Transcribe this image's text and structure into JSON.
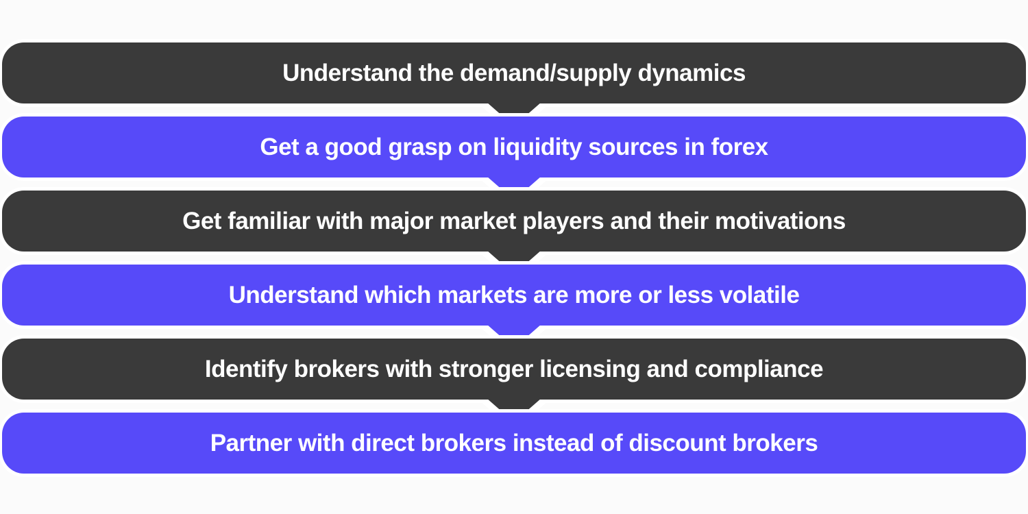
{
  "diagram": {
    "type": "vertical-step-flow",
    "colors": {
      "dark": "#3a3a3a",
      "purple": "#574af9",
      "text": "#ffffff",
      "outline": "#ffffff",
      "background": "#fbfbfb"
    },
    "steps": [
      {
        "label": "Understand the demand/supply dynamics",
        "variant": "dark"
      },
      {
        "label": "Get a good grasp on liquidity sources in forex",
        "variant": "purple"
      },
      {
        "label": "Get familiar with major market players and their motivations",
        "variant": "dark"
      },
      {
        "label": "Understand which markets are more or less volatile",
        "variant": "purple"
      },
      {
        "label": "Identify brokers with stronger licensing and compliance",
        "variant": "dark"
      },
      {
        "label": "Partner with direct brokers instead of discount brokers",
        "variant": "purple"
      }
    ]
  }
}
